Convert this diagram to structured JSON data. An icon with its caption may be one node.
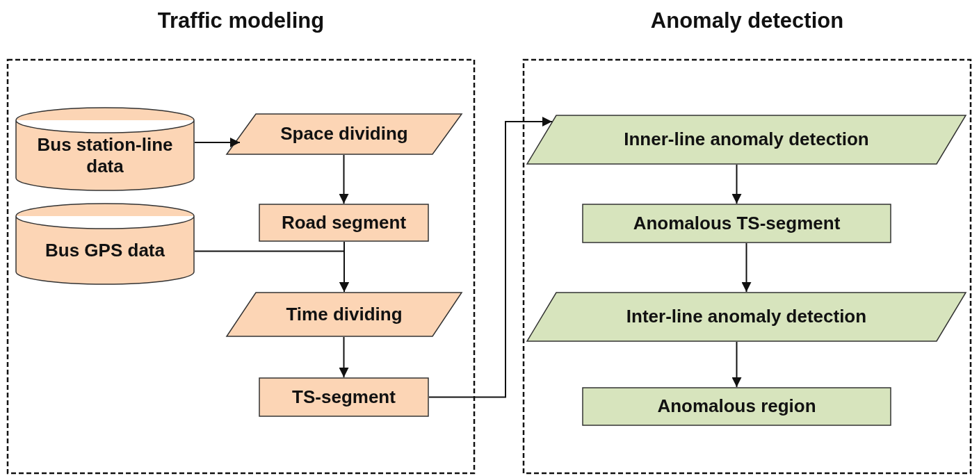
{
  "diagram": {
    "nodes": [
      {
        "text": [
          "Traffic modeling"
        ]
      },
      {
        "text": [
          "Anomaly detection"
        ]
      },
      {
        "text": [
          "Bus station-line data"
        ],
        "in": 0
      },
      {
        "text": [
          "Space dividing"
        ],
        "in": 0
      },
      {
        "text": [
          "Road segment"
        ],
        "in": 0
      },
      {
        "text": [
          "Bus GPS data"
        ],
        "in": 0
      },
      {
        "text": [
          "Time dividing"
        ],
        "in": 0
      },
      {
        "text": [
          "TS-segment"
        ],
        "in": 0
      },
      {
        "text": [
          "Inner-line anomaly detection"
        ],
        "in": 1
      },
      {
        "text": [
          "Anomalous TS-segment"
        ],
        "in": 1
      },
      {
        "text": [
          "Inter-line anomaly detection"
        ],
        "in": 1
      },
      {
        "text": [
          "Anomalous region"
        ],
        "in": 1
      }
    ],
    "edges": [
      {
        "from": 2,
        "to": 3,
        "arrow": "to"
      },
      {
        "from": 3,
        "to": 4,
        "arrow": "to"
      },
      {
        "from": 4,
        "to": 6,
        "arrow": "to"
      },
      {
        "from": 5,
        "to": 6,
        "arrow": "to"
      },
      {
        "from": 6,
        "to": 7,
        "arrow": "to"
      },
      {
        "from": 7,
        "to": 8,
        "arrow": "to"
      },
      {
        "from": 8,
        "to": 9,
        "arrow": "to"
      },
      {
        "from": 9,
        "to": 10,
        "arrow": "to"
      },
      {
        "from": 10,
        "to": 11,
        "arrow": "to"
      }
    ]
  }
}
